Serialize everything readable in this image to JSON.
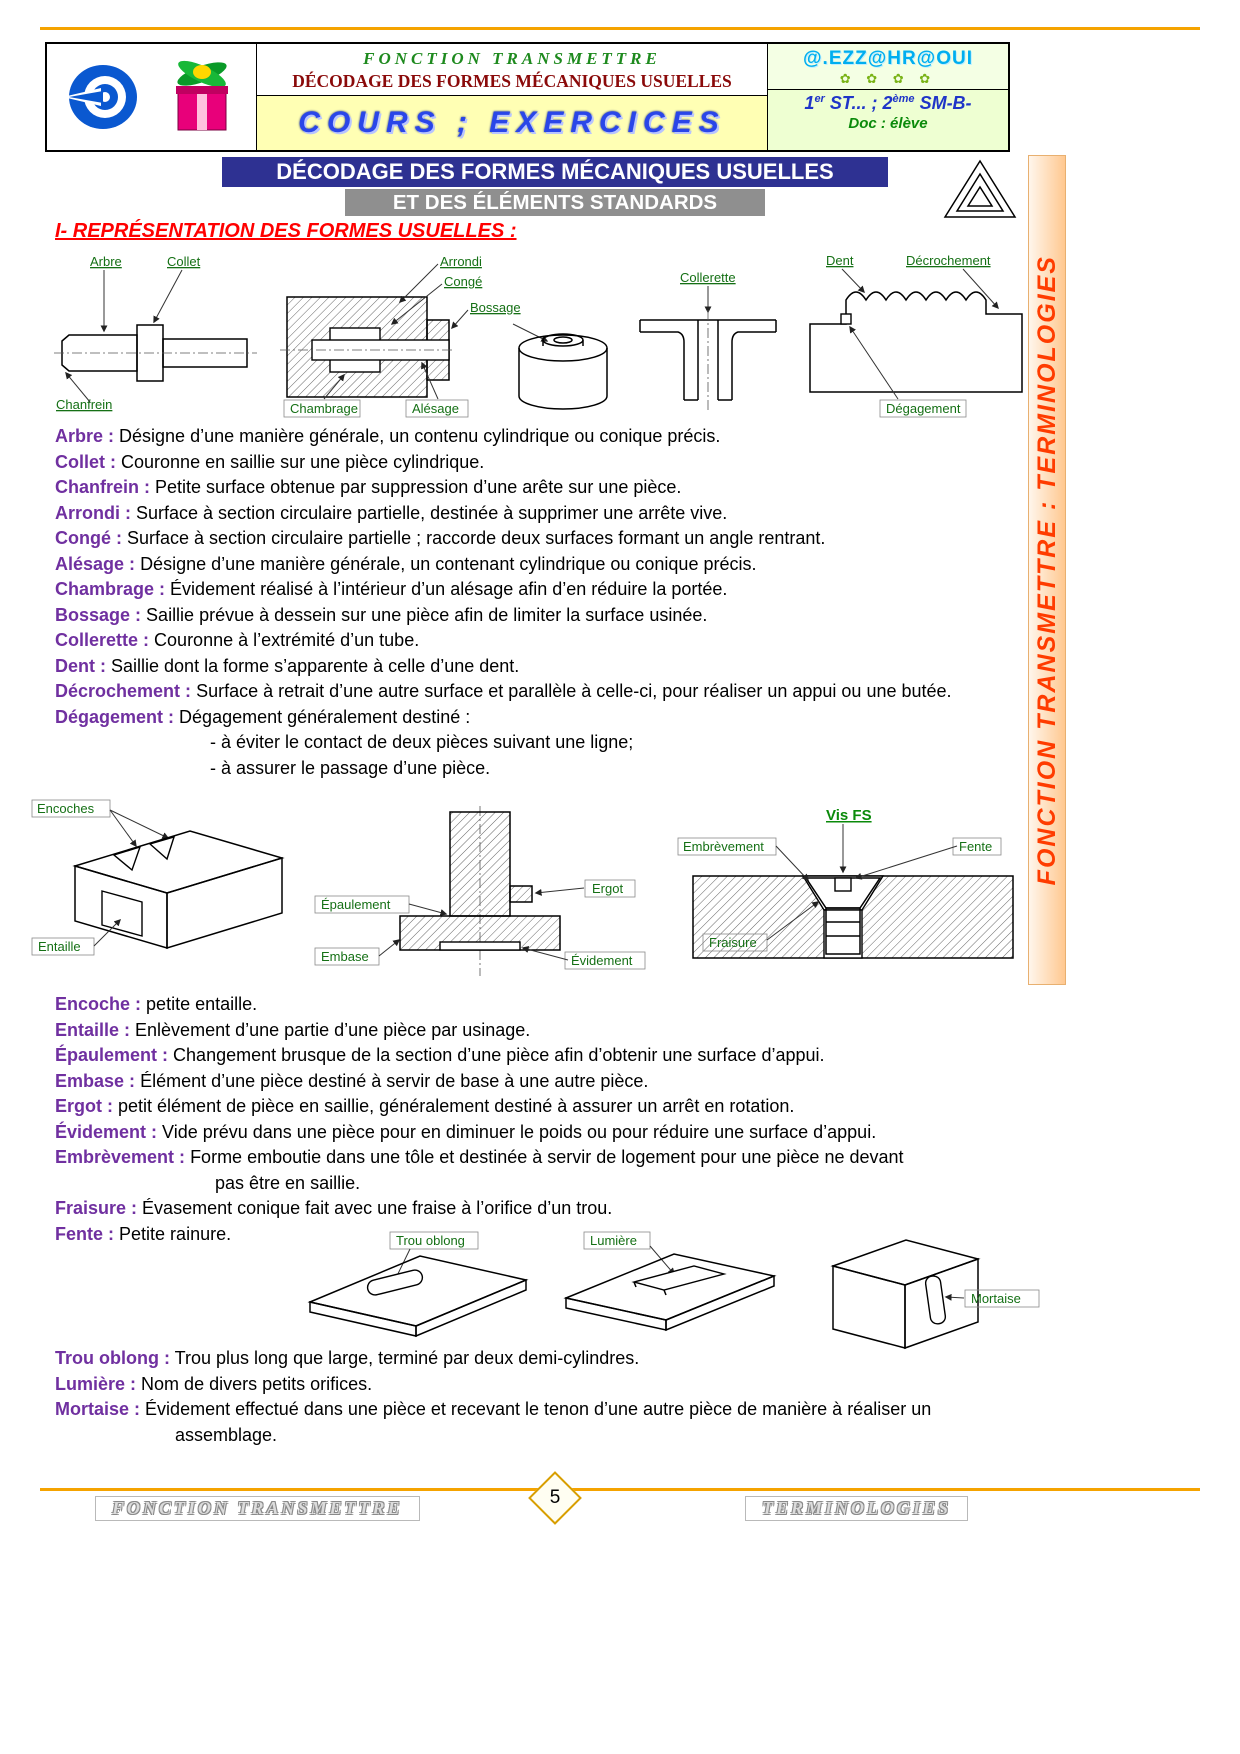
{
  "colors": {
    "orange_rule": "#f5a300",
    "title_bar_blue": "#2e3192",
    "title_bar_gray": "#8f8f8f",
    "term_purple": "#7030a0",
    "section_red": "#ff0000",
    "sidebar_red": "#ff3c00",
    "label_green": "#157015",
    "header_green": "#1e8a1e",
    "header_maroon": "#8a0a0a",
    "banner_blue": "#2a46e8",
    "author_cyan": "#00aeef",
    "level_blue": "#1f35c8",
    "doc_green": "#0a8a0a"
  },
  "header": {
    "subject": "FONCTION TRANSMETTRE",
    "subtitle": "DÉCODAGE DES FORMES MÉCANIQUES USUELLES",
    "banner": "COURS ; EXERCICES",
    "author": "@.EZZ@HR@OUI",
    "flowers": "✿ ✿ ✿ ✿",
    "level": {
      "p1": "1",
      "s1": "er",
      "p2": " ST... ; 2",
      "s2": "ème",
      "p3": " SM-B-"
    },
    "doc": "Doc : élève"
  },
  "title": {
    "line1": "DÉCODAGE DES FORMES MÉCANIQUES USUELLES",
    "line2": "ET DES ÉLÉMENTS STANDARDS"
  },
  "section": "I- REPRÉSENTATION DES FORMES USUELLES :",
  "sidebar": "FONCTION TRANSMETTRE : TERMINOLOGIES",
  "fig1": {
    "arbre": "Arbre",
    "collet": "Collet",
    "chanfrein": "Chanfrein",
    "arrondi": "Arrondi",
    "conge": "Congé",
    "bossage": "Bossage",
    "chambrage": "Chambrage",
    "alesage": "Alésage",
    "collerette": "Collerette",
    "dent": "Dent",
    "decrochement": "Décrochement",
    "degagement": "Dégagement"
  },
  "fig2": {
    "encoches": "Encoches",
    "entaille": "Entaille",
    "epaulement": "Épaulement",
    "embase": "Embase",
    "ergot": "Ergot",
    "evidement": "Évidement",
    "embrevement": "Embrèvement",
    "vis_fs": "Vis FS",
    "fente": "Fente",
    "fraisure": "Fraisure"
  },
  "fig3": {
    "trou_oblong": "Trou oblong",
    "lumiere": "Lumière",
    "mortaise": "Mortaise"
  },
  "defs1": [
    {
      "term": "Arbre :",
      "text": "Désigne d’une manière générale, un contenu cylindrique ou conique précis."
    },
    {
      "term": "Collet :",
      "text": "Couronne en saillie sur une pièce cylindrique."
    },
    {
      "term": "Chanfrein :",
      "text": "Petite surface obtenue par suppression d’une arête sur une pièce."
    },
    {
      "term": "Arrondi :",
      "text": "Surface à section circulaire partielle, destinée à supprimer une arrête vive."
    },
    {
      "term": "Congé :",
      "text": "Surface à section circulaire partielle ; raccorde deux surfaces formant un angle rentrant."
    },
    {
      "term": "Alésage :",
      "text": "Désigne d’une manière générale, un contenant cylindrique ou conique précis."
    },
    {
      "term": "Chambrage :",
      "text": "Évidement réalisé à l’intérieur d’un alésage afin d’en réduire la portée."
    },
    {
      "term": "Bossage :",
      "text": "Saillie prévue à dessein sur une pièce afin de limiter la surface usinée."
    },
    {
      "term": "Collerette :",
      "text": "Couronne à l’extrémité d’un tube."
    },
    {
      "term": "Dent :",
      "text": "Saillie dont la forme s’apparente à celle d’une dent."
    },
    {
      "term": "Décrochement :",
      "text": "Surface à retrait d’une autre surface et parallèle à celle-ci, pour réaliser un appui ou une butée."
    },
    {
      "term": "Dégagement :",
      "text": "Dégagement généralement destiné :",
      "sub": [
        "- à éviter le contact de deux pièces suivant une ligne;",
        "- à assurer le passage d’une pièce."
      ]
    }
  ],
  "defs2": [
    {
      "term": "Encoche :",
      "text": "petite entaille."
    },
    {
      "term": "Entaille :",
      "text": "Enlèvement d’une partie d’une pièce par usinage."
    },
    {
      "term": "Épaulement :",
      "text": "Changement brusque de la section d’une pièce afin d’obtenir une surface d’appui."
    },
    {
      "term": "Embase :",
      "text": "Élément d’une pièce destiné à servir de base à une autre pièce."
    },
    {
      "term": "Ergot :",
      "text": "petit élément de pièce en saillie, généralement destiné à assurer un arrêt en rotation."
    },
    {
      "term": "Évidement :",
      "text": "Vide prévu dans une pièce pour en diminuer le poids ou pour réduire une surface d’appui."
    },
    {
      "term": "Embrèvement :",
      "text": "Forme emboutie dans une tôle et destinée à servir de logement pour une pièce ne devant pas être en saillie."
    },
    {
      "term": "Fraisure :",
      "text": "Évasement conique fait avec une fraise à l’orifice d’un trou."
    },
    {
      "term": "Fente :",
      "text": "Petite rainure."
    }
  ],
  "defs3": [
    {
      "term": "Trou oblong :",
      "text": "Trou plus long que large, terminé par deux demi-cylindres."
    },
    {
      "term": "Lumière :",
      "text": "Nom de divers petits orifices."
    },
    {
      "term": "Mortaise :",
      "text": "Évidement effectué dans une pièce et recevant le tenon d’une autre pièce de manière à réaliser un assemblage."
    }
  ],
  "footer": {
    "left": "FONCTION TRANSMETTRE",
    "page": "5",
    "right": "TERMINOLOGIES"
  }
}
